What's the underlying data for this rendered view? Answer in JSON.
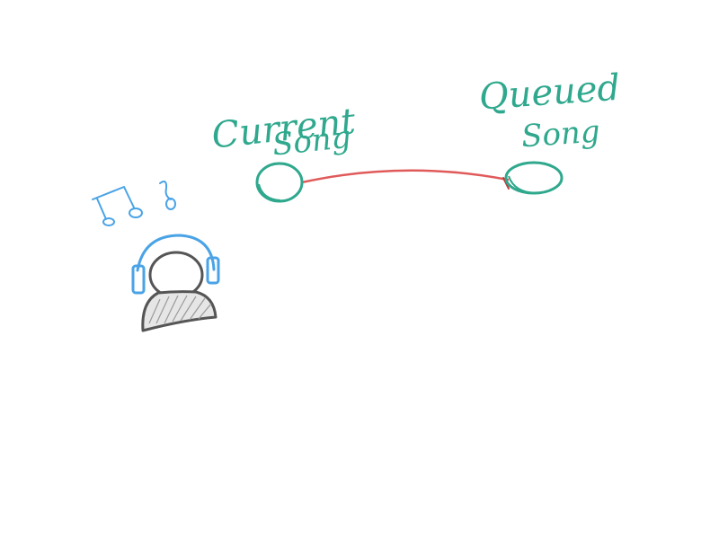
{
  "labels": {
    "current_line1": "Current",
    "current_line2": "Song",
    "queued_line1": "Queued",
    "queued_line2": "Song"
  },
  "colors": {
    "teal": "#2fa88d",
    "red": "#e05a5a",
    "blue": "#4aa3e6",
    "gray": "#555555"
  },
  "icons": {
    "listener": "person-with-headphones-icon",
    "notes": "music-notes-icon"
  }
}
